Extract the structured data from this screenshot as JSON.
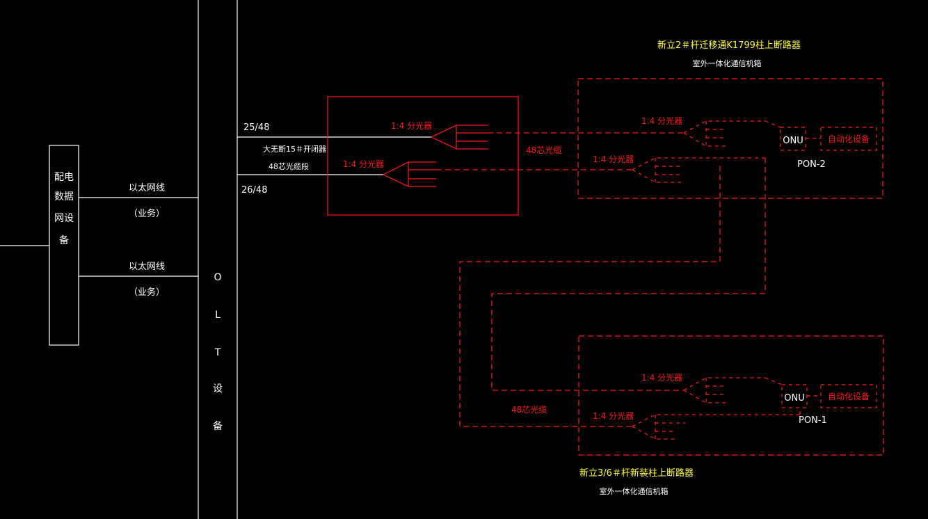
{
  "olt": {
    "chars": [
      "O",
      "L",
      "T",
      "设",
      "备"
    ]
  },
  "dist_device": {
    "chars": [
      "配电",
      "数据",
      "网设",
      "备"
    ]
  },
  "ethernet": [
    {
      "label": "以太网线",
      "sub": "（业务）"
    },
    {
      "label": "以太网线",
      "sub": "（业务）"
    }
  ],
  "fiber_left": {
    "top_count": "25/48",
    "bottom_count": "26/48",
    "line1": "大无断15＃开闭器",
    "line2": "48芯光缆段"
  },
  "splitters": {
    "s1": "1:4 分光器",
    "s2": "1:4 分光器",
    "s3": "1:4 分光器",
    "s4": "1:4 分光器",
    "s5": "1:4 分光器",
    "s6": "1:4 分光器"
  },
  "cables": {
    "c1": "48芯光缆",
    "c2": "48芯光缆"
  },
  "site_top": {
    "title": "新立2＃杆迁移通K1799柱上断路器",
    "subtitle": "室外一体化通信机箱",
    "onu": "ONU",
    "auto": "自动化设备",
    "pon": "PON-2"
  },
  "site_bottom": {
    "title": "新立3/6＃杆新装柱上断路器",
    "subtitle": "室外一体化通信机箱",
    "onu": "ONU",
    "auto": "自动化设备",
    "pon": "PON-1"
  },
  "colors": {
    "background": "#000000",
    "wire": "#ffffff",
    "fiber": "#ff1a1a",
    "title": "#ffff33"
  }
}
